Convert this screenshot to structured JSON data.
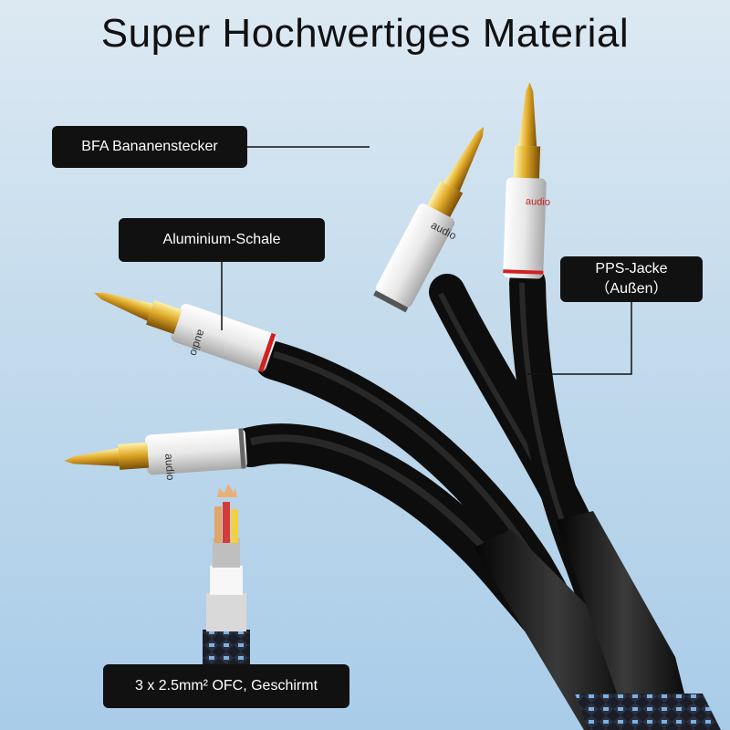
{
  "title": "Super Hochwertiges Material",
  "callouts": {
    "bfa": "BFA Bananenstecker",
    "aluminium": "Aluminium-Schale",
    "pps_line1": "PPS-Jacke",
    "pps_line2": "（Außen）",
    "ofc": "3 x 2.5mm² OFC, Geschirmt"
  },
  "plug_brand_text": "audio",
  "colors": {
    "background_top": "#dce9f3",
    "background_bottom": "#a9cce9",
    "callout_bg": "#111111",
    "cable_jacket": "#1a1a1a",
    "plug_shell": "#f2f2f2",
    "gold_tip": "#d9a520",
    "red_ring": "#d22020"
  }
}
